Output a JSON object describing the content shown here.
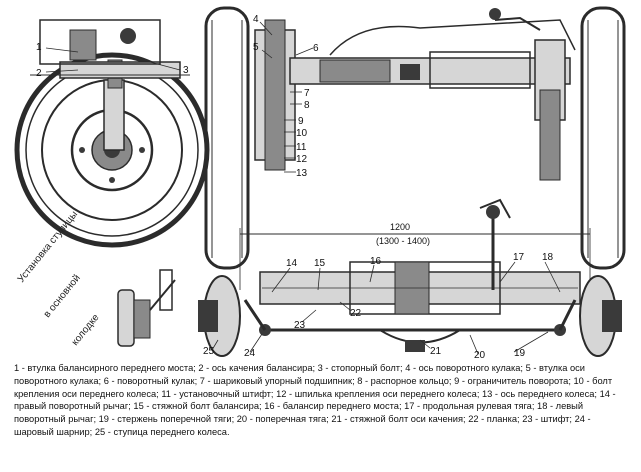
{
  "callouts": {
    "c1": "1",
    "c2": "2",
    "c3": "3",
    "c4": "4",
    "c5": "5",
    "c6": "6",
    "c7": "7",
    "c8": "8",
    "c9": "9",
    "c10": "10",
    "c11": "11",
    "c12": "12",
    "c13": "13",
    "c14": "14",
    "c15": "15",
    "c16": "16",
    "c17": "17",
    "c18": "18",
    "c19": "19",
    "c20": "20",
    "c21": "21",
    "c22": "22",
    "c23": "23",
    "c24": "24",
    "c25": "25"
  },
  "dimension": {
    "main": "1200",
    "range": "(1300 - 1400)"
  },
  "side_caption": {
    "line1": "Установка ступицы",
    "line2": "в основной",
    "line3": "колодке"
  },
  "legend": {
    "items": [
      "1 - втулка балансирного переднего моста;",
      "2 - ось качения балансира;",
      "3 - стопорный болт;",
      "4 - ось поворотного кулака;",
      "5 - втулка оси поворотного кулака;",
      "6 - поворотный кулак;",
      "7 - шариковый упорный подшипник;",
      "8 - распорное кольцо;",
      "9 - ограничитель поворота;",
      "10 - болт крепления оси переднего колеса;",
      "11 - установочный штифт;",
      "12 - шпилька крепления оси переднего колеса;",
      "13 - ось переднего колеса;",
      "14 - правый поворотный рычаг;",
      "15 - стяжной болт балансира;",
      "16 - балансир переднего моста;",
      "17 - продольная рулевая тяга;",
      "18 - левый поворотный рычаг;",
      "19 - стержень поперечной тяги;",
      "20 - поперечная тяга;",
      "21 - стяжной болт оси качения;",
      "22 - планка;",
      "23 - штифт;",
      "24 - шаровый шарнир;",
      "25 - ступица переднего колеса."
    ]
  }
}
